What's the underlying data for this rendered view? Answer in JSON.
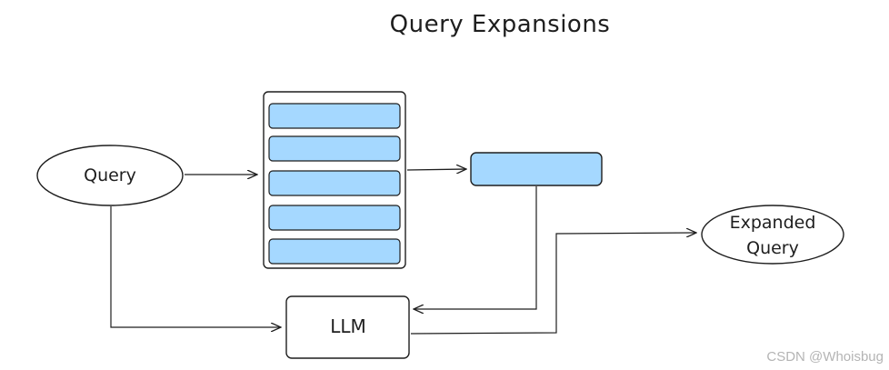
{
  "title": "Query Expansions",
  "nodes": {
    "query": "Query",
    "expanded_query_line1": "Expanded",
    "expanded_query_line2": "Query",
    "llm": "LLM"
  },
  "watermark": "CSDN @Whoisbug",
  "colors": {
    "stroke": "#1e1e1e",
    "doc_fill": "#a5d8ff",
    "background": "#ffffff",
    "watermark": "#b4b4b4"
  }
}
